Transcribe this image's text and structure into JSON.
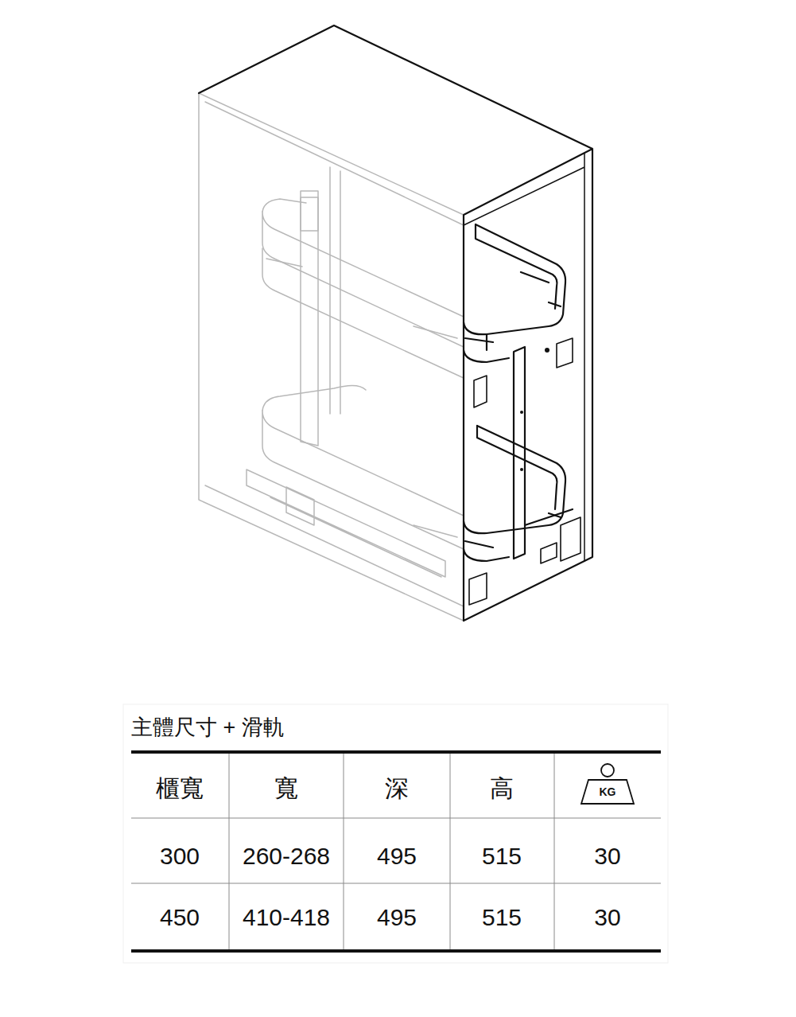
{
  "diagram": {
    "title": "主體尺寸 + 滑軌",
    "labels": [
      "櫃寬",
      "寬",
      "深",
      "高",
      "KG",
      "300",
      "260-268",
      "495",
      "515",
      "30",
      "450",
      "410-418",
      "495",
      "515",
      "30"
    ]
  }
}
